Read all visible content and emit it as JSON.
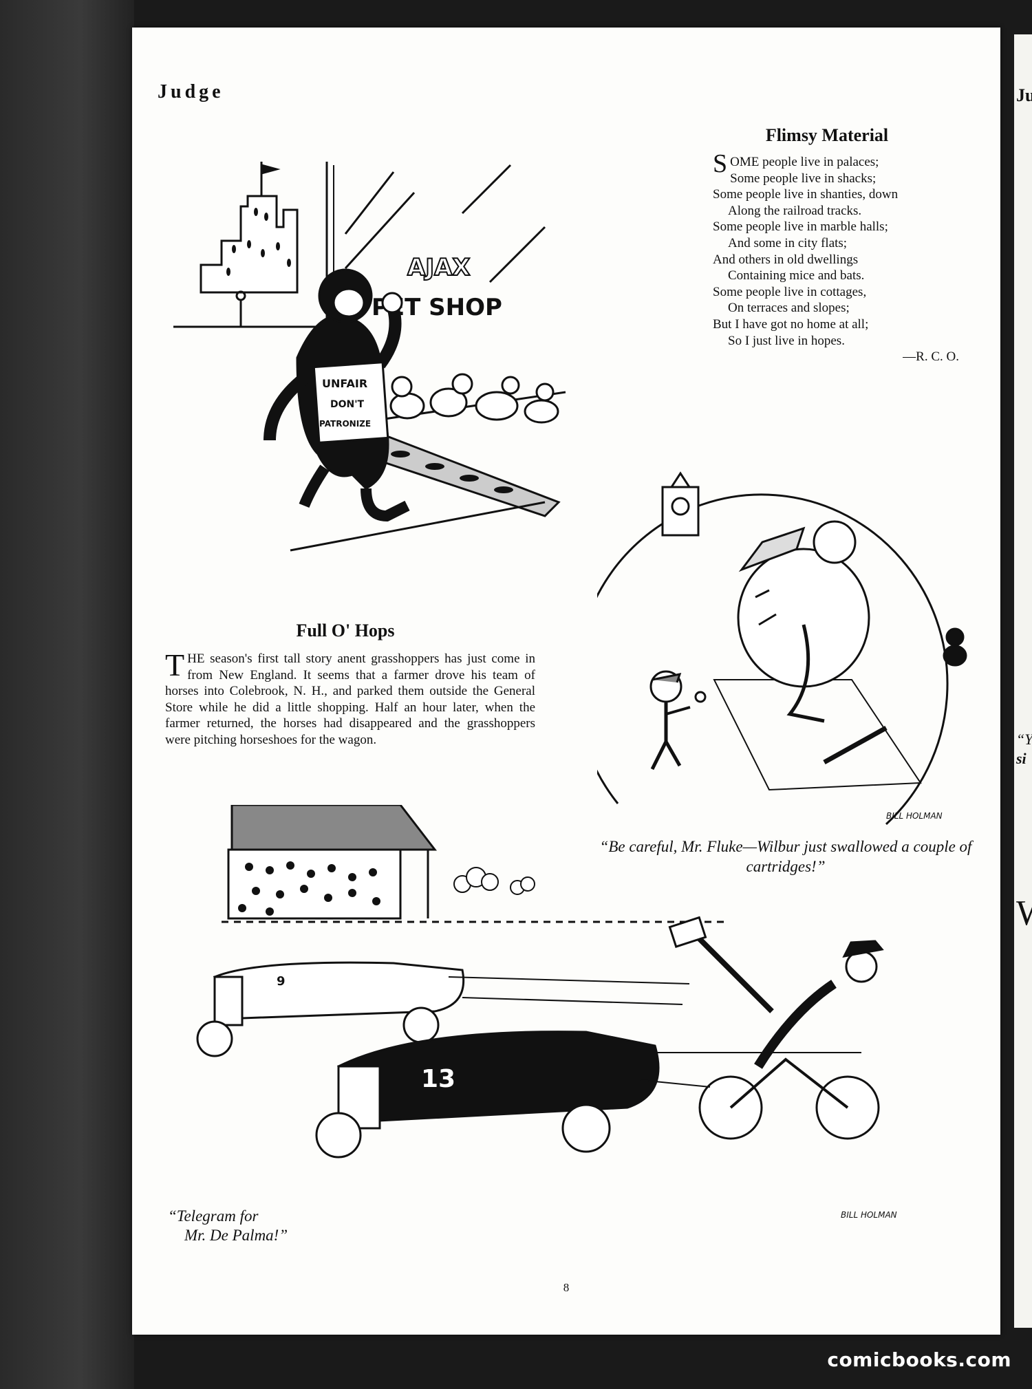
{
  "running_head": "Judge",
  "poem": {
    "title": "Flimsy Material",
    "lines": [
      {
        "text": "SOME people live in palaces;",
        "indent": false
      },
      {
        "text": "Some people live in shacks;",
        "indent": true
      },
      {
        "text": "Some people live in shanties, down",
        "indent": false
      },
      {
        "text": "Along the railroad tracks.",
        "indent": true
      },
      {
        "text": "Some people live in marble halls;",
        "indent": false
      },
      {
        "text": "And some in city flats;",
        "indent": true
      },
      {
        "text": "And others in old dwellings",
        "indent": false
      },
      {
        "text": "Containing mice and bats.",
        "indent": true
      },
      {
        "text": "Some people live in cottages,",
        "indent": false
      },
      {
        "text": "On terraces and slopes;",
        "indent": true
      },
      {
        "text": "But I have got no home at all;",
        "indent": false
      },
      {
        "text": "So I just live in hopes.",
        "indent": true
      }
    ],
    "signature": "—R. C. O."
  },
  "cartoon_pet_shop": {
    "shop_sign_line1": "AJAX",
    "shop_sign_line2": "PET SHOP",
    "picket_sign": [
      "UNFAIR",
      "DON'T",
      "PATRONIZE"
    ]
  },
  "article": {
    "title": "Full O' Hops",
    "body": "THE season's first tall story anent grasshoppers has just come in from New England. It seems that a farmer drove his team of horses into Colebrook, N. H., and parked them outside the General Store while he did a little shopping. Half an hour later, when the farmer returned, the horses had disappeared and the grasshoppers were pitching horseshoes for the wagon."
  },
  "cartoon_circle": {
    "caption": "“Be careful, Mr. Fluke—Wilbur just swallowed a couple of cartridges!”",
    "signature": "BILL HOLMAN"
  },
  "cartoon_race": {
    "car_number_1": "9",
    "car_number_2": "13",
    "caption_line1": "“Telegram for",
    "caption_line2": "Mr. De Palma!”",
    "signature": "BILL HOLMAN"
  },
  "page_number": "8",
  "next_page_fragments": [
    "Ju",
    "“Y",
    "si",
    "W"
  ],
  "watermark": "comicbooks.com"
}
